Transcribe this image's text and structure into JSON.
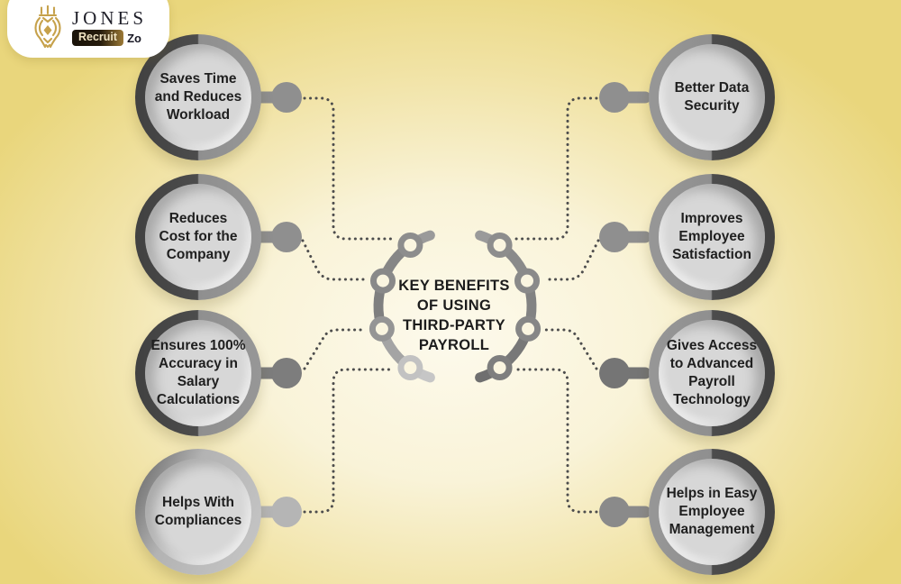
{
  "logo": {
    "brand": "JONES",
    "badge_primary": "Recruit",
    "badge_secondary": "Zo",
    "crest_icon": "lion-crest-icon"
  },
  "center": {
    "title_lines": [
      "KEY BENEFITS",
      "OF USING",
      "THIRD-PARTY",
      "PAYROLL"
    ]
  },
  "benefits": [
    {
      "id": "saves-time",
      "side": "left",
      "lines": [
        "Saves Time",
        "and Reduces",
        "Workload"
      ]
    },
    {
      "id": "reduces-cost",
      "side": "left",
      "lines": [
        "Reduces",
        "Cost for the",
        "Company"
      ]
    },
    {
      "id": "salary-accuracy",
      "side": "left",
      "lines": [
        "Ensures 100%",
        "Accuracy in",
        "Salary",
        "Calculations"
      ]
    },
    {
      "id": "compliances",
      "side": "left",
      "lines": [
        "Helps With",
        "Compliances"
      ]
    },
    {
      "id": "data-security",
      "side": "right",
      "lines": [
        "Better Data",
        "Security"
      ]
    },
    {
      "id": "employee-satisfaction",
      "side": "right",
      "lines": [
        "Improves",
        "Employee",
        "Satisfaction"
      ]
    },
    {
      "id": "payroll-technology",
      "side": "right",
      "lines": [
        "Gives Access",
        "to Advanced",
        "Payroll",
        "Technology"
      ]
    },
    {
      "id": "employee-management",
      "side": "right",
      "lines": [
        "Helps in Easy",
        "Employee",
        "Management"
      ]
    }
  ],
  "colors": {
    "background_yellow": "#e9d67c",
    "center_glow": "#fdfaec",
    "circle_fill": "#d7d7d7",
    "ring_gray": "#8f8f8f",
    "ring_dark": "#454545",
    "dotted_line": "#4d4d4d",
    "logo_gold": "#c6a14b",
    "text_dark": "#1f1f1f"
  }
}
